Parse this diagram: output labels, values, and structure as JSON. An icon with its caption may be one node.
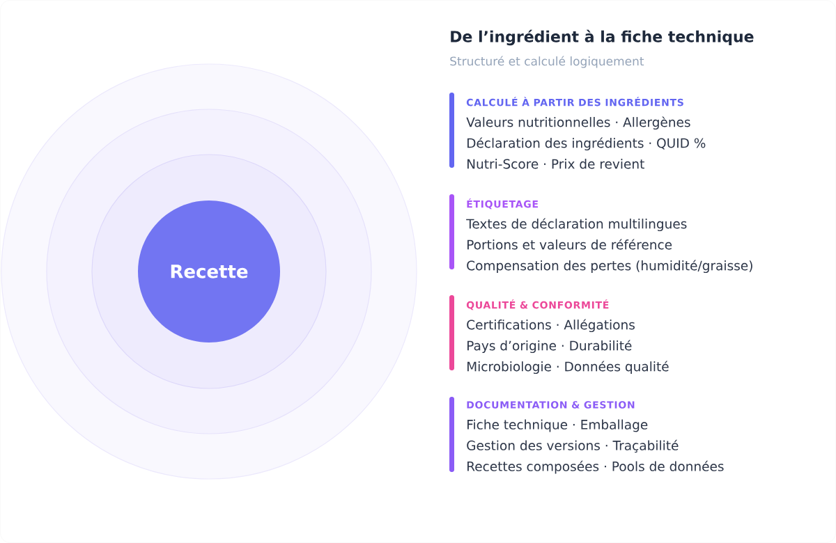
{
  "diagram": {
    "title": "De l’ingrédient à la fiche technique",
    "nodes": [
      {
        "text": [],
        "shape": "circle"
      },
      {
        "text": [],
        "shape": "circle",
        "in": 0
      },
      {
        "text": [],
        "shape": "circle",
        "in": 1
      },
      {
        "text": [
          "Recette"
        ],
        "in": 2
      },
      {
        "text": [
          "CALCULÉ À PARTIR DES INGRÉDIENTS",
          "Valeurs nutritionnelles · Allergènes",
          "Déclaration des ingrédients · QUID %",
          "Nutri-Score · Prix de revient"
        ]
      },
      {
        "text": [
          "ÉTIQUETAGE",
          "Textes de déclaration multilingues",
          "Portions et valeurs de référence",
          "Compensation des pertes (humidité/graisse)"
        ]
      },
      {
        "text": [
          "QUALITÉ & CONFORMITÉ",
          "Certifications · Allégations",
          "Pays d’origine · Durabilité",
          "Microbiologie · Données qualité"
        ]
      },
      {
        "text": [
          "DOCUMENTATION & GESTION",
          "Fiche technique · Emballage",
          "Gestion des versions · Traçabilité",
          "Recettes composées · Pools de données"
        ]
      }
    ],
    "labels": [
      "Structuré et calculé logiquement"
    ]
  }
}
